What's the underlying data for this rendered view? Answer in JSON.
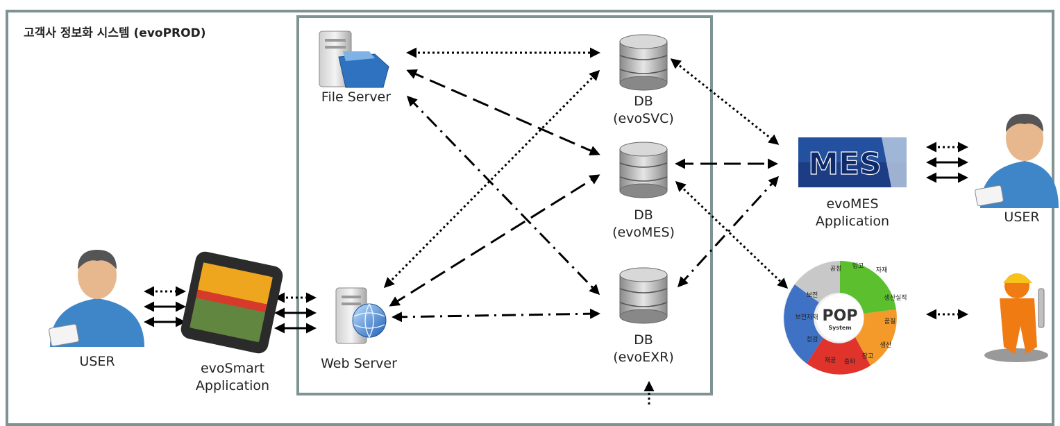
{
  "title": "고객사 정보화 시스템 (evoPROD)",
  "file_server": {
    "label": "File Server"
  },
  "web_server": {
    "label": "Web Server"
  },
  "db_svc": {
    "line1": "DB",
    "line2": "(evoSVC)"
  },
  "db_mes": {
    "line1": "DB",
    "line2": "(evoMES)"
  },
  "db_exr": {
    "line1": "DB",
    "line2": "(evoEXR)"
  },
  "mes_app": {
    "logo_text": "MES",
    "line1": "evoMES",
    "line2": "Application"
  },
  "smart_app": {
    "line1": "evoSmart",
    "line2": "Application"
  },
  "pop": {
    "center": "POP",
    "center_sub": "System",
    "segments": [
      "보전",
      "보전자재",
      "점검",
      "재공",
      "출하",
      "창고",
      "자재",
      "입고",
      "생산",
      "품질",
      "생산실적",
      "공정"
    ]
  },
  "user_left": {
    "label": "USER"
  },
  "user_right": {
    "label": "USER"
  },
  "colors": {
    "border": "#7f9393",
    "mes_blue": "#2a5fb0",
    "pop_green": "#5bbf2e",
    "pop_orange": "#f39a2b",
    "pop_red": "#e0332c",
    "pop_blue": "#3f72c4"
  }
}
